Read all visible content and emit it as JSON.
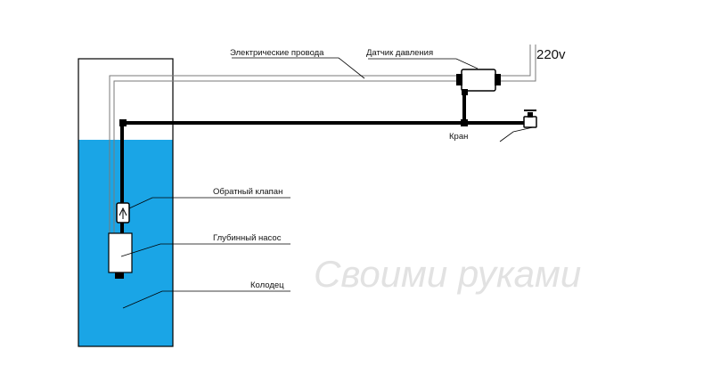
{
  "labels": {
    "wires": "Электрические провода",
    "pressure_sensor": "Датчик давления",
    "voltage": "220v",
    "tap": "Кран",
    "check_valve": "Обратный клапан",
    "pump": "Глубинный насос",
    "well": "Колодец"
  },
  "watermark": "Своими руками",
  "colors": {
    "water": "#1aa5e6",
    "pipe": "#000000",
    "wire": "#888888",
    "well_outline": "#000000"
  }
}
